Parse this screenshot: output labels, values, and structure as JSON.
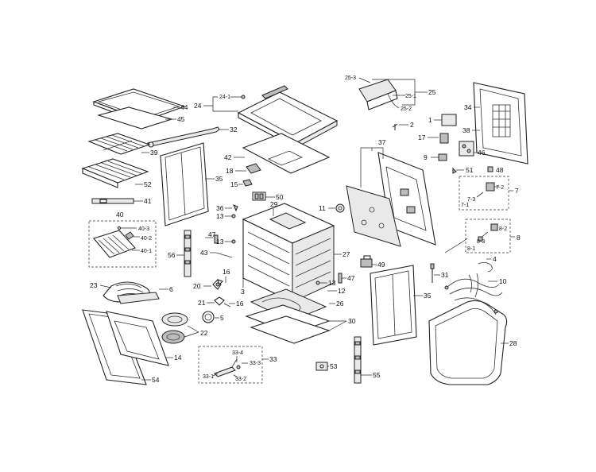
{
  "diagram": {
    "labels": {
      "p44": "44",
      "p45": "45",
      "p32": "32",
      "p39": "39",
      "p52": "52",
      "p41": "41",
      "p40": "40",
      "p40_3": "40-3",
      "p40_2": "40-2",
      "p40_1": "40-1",
      "p35a": "35",
      "p56": "56",
      "p23": "23",
      "p6": "6",
      "p14": "14",
      "p54": "54",
      "p22": "22",
      "p5": "5",
      "p20": "20",
      "p21": "21",
      "p16a": "16",
      "p16b": "16",
      "p43": "43",
      "p47a": "47",
      "p13a": "13",
      "p13b": "13",
      "p36": "36",
      "p24": "24",
      "p24_1": "24-1",
      "p42": "42",
      "p18": "18",
      "p15": "15",
      "p50": "50",
      "p29": "29",
      "p27": "27",
      "p3": "3",
      "p11": "11",
      "p37": "37",
      "p49": "49",
      "p13c": "13",
      "p47b": "47",
      "p12": "12",
      "p26": "26",
      "p30": "30",
      "p33": "33",
      "p33_4": "33-4",
      "p33_3": "33-3",
      "p33_1": "33-1",
      "p33_2": "33-2",
      "p53": "53",
      "p55": "55",
      "p35b": "35",
      "p31": "31",
      "p28": "28",
      "p25_3": "25-3",
      "p25": "25",
      "p25_1": "25-1",
      "p25_2": "25-2",
      "p2": "2",
      "p1": "1",
      "p17": "17",
      "p9": "9",
      "p51": "51",
      "p48": "48",
      "p34": "34",
      "p38": "38",
      "p46": "46",
      "p7": "7",
      "p7_1": "7-1",
      "p7_2": "7-2",
      "p7_3": "7-3",
      "p8": "8",
      "p8_1": "8-1",
      "p8_2": "8-2",
      "p8_3": "8-3",
      "p4": "4",
      "p10": "10"
    }
  }
}
